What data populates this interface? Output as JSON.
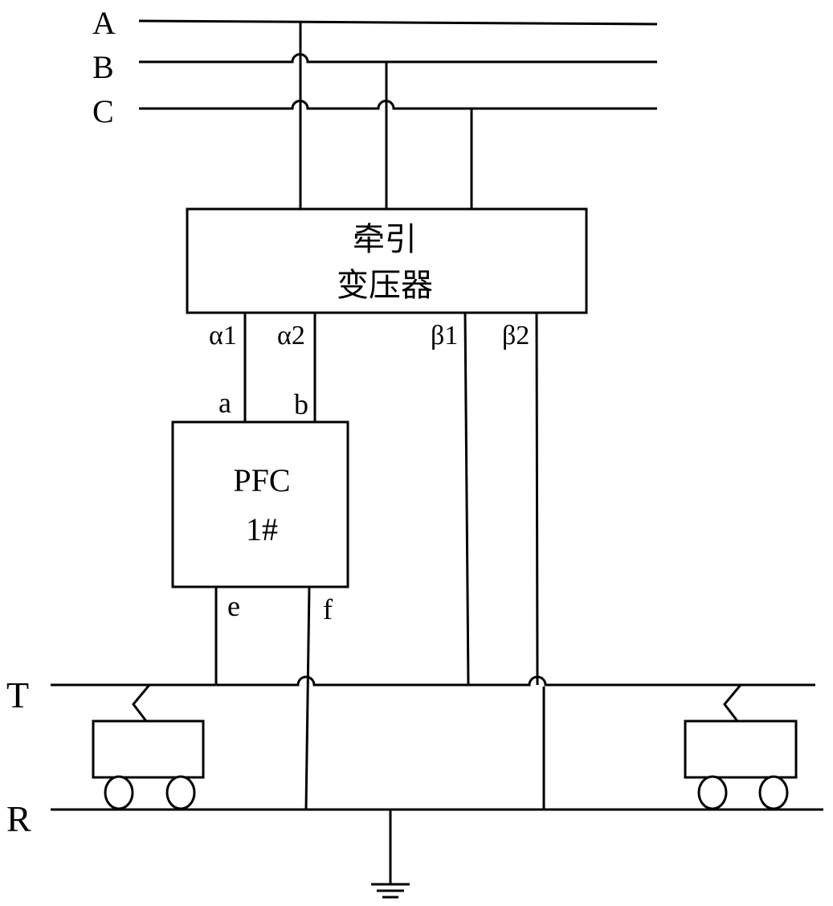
{
  "phases": {
    "a": "A",
    "b": "B",
    "c": "C"
  },
  "transformer": {
    "line1": "牵引",
    "line2": "变压器"
  },
  "transformer_terminals": {
    "alpha1": "α1",
    "alpha2": "α2",
    "beta1": "β1",
    "beta2": "β2"
  },
  "pfc": {
    "line1": "PFC",
    "line2": "1#",
    "terminals": {
      "a": "a",
      "b": "b",
      "e": "e",
      "f": "f"
    }
  },
  "rails": {
    "t": "T",
    "r": "R"
  }
}
